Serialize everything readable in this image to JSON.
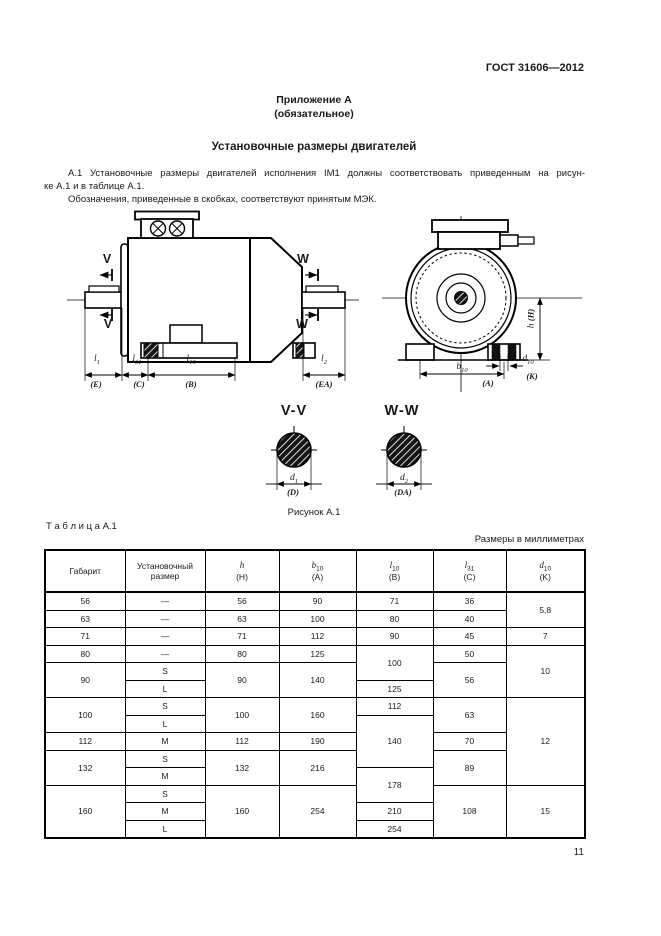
{
  "header": {
    "doc_number": "ГОСТ 31606—2012"
  },
  "appendix": {
    "title": "Приложение А",
    "subtitle": "(обязательное)"
  },
  "section": {
    "title": "Установочные размеры двигателей"
  },
  "paragraphs": {
    "p1_line1": "А.1  Установочные размеры двигателей исполнения IМ1 должны соответствовать приведенным на рисун-",
    "p1_line2": "ке А.1 и в таблице А.1.",
    "p2": "Обозначения, приведенные в скобках, соответствуют принятым МЭК."
  },
  "figure": {
    "caption": "Рисунок А.1",
    "v_label": "V",
    "w_label": "W",
    "section_left_label": "V-V",
    "section_right_label": "W-W",
    "dims": {
      "l1": {
        "sym": "l",
        "sub": "1",
        "iec": "(E)"
      },
      "l31": {
        "sym": "l",
        "sub": "31",
        "iec": "(C)"
      },
      "l10": {
        "sym": "l",
        "sub": "10",
        "iec": "(B)"
      },
      "l2": {
        "sym": "l",
        "sub": "2",
        "iec": "(EA)"
      },
      "b10": {
        "sym": "b",
        "sub": "10",
        "iec": "(A)"
      },
      "d10": {
        "sym": "d",
        "sub": "10",
        "iec": "(K)"
      },
      "h": {
        "sym": "h",
        "sub": "",
        "iec": "(H)"
      },
      "d1": {
        "sym": "d",
        "sub": "1",
        "iec": "(D)"
      },
      "d2": {
        "sym": "d",
        "sub": "2",
        "iec": "(DA)"
      }
    }
  },
  "table": {
    "title": "Т а б л и ц а  А.1",
    "units_note": "Размеры в миллиметрах",
    "columns": [
      {
        "text1": "Габарит"
      },
      {
        "text1": "Установочный",
        "text2": "размер"
      },
      {
        "sym": "h",
        "sub": "",
        "iec": "(H)"
      },
      {
        "sym": "b",
        "sub": "10",
        "iec": "(A)"
      },
      {
        "sym": "l",
        "sub": "10",
        "iec": "(B)"
      },
      {
        "sym": "l",
        "sub": "31",
        "iec": "(C)"
      },
      {
        "sym": "d",
        "sub": "10",
        "iec": "(K)"
      }
    ],
    "rows": [
      [
        {
          "t": "56"
        },
        {
          "t": "—"
        },
        {
          "t": "56"
        },
        {
          "t": "90"
        },
        {
          "t": "71"
        },
        {
          "t": "36"
        },
        {
          "t": "5,8",
          "rs": 2
        }
      ],
      [
        {
          "t": "63"
        },
        {
          "t": "—"
        },
        {
          "t": "63"
        },
        {
          "t": "100"
        },
        {
          "t": "80"
        },
        {
          "t": "40"
        }
      ],
      [
        {
          "t": "71"
        },
        {
          "t": "—"
        },
        {
          "t": "71"
        },
        {
          "t": "112"
        },
        {
          "t": "90"
        },
        {
          "t": "45"
        },
        {
          "t": "7"
        }
      ],
      [
        {
          "t": "80"
        },
        {
          "t": "—"
        },
        {
          "t": "80"
        },
        {
          "t": "125"
        },
        {
          "t": "100",
          "rs": 2
        },
        {
          "t": "50"
        },
        {
          "t": "10",
          "rs": 3
        }
      ],
      [
        {
          "t": "90",
          "rs": 2
        },
        {
          "t": "S"
        },
        {
          "t": "90",
          "rs": 2
        },
        {
          "t": "140",
          "rs": 2
        },
        {
          "t": "56",
          "rs": 2
        }
      ],
      [
        {
          "t": "L"
        },
        {
          "t": "125"
        }
      ],
      [
        {
          "t": "100",
          "rs": 2
        },
        {
          "t": "S"
        },
        {
          "t": "100",
          "rs": 2
        },
        {
          "t": "160",
          "rs": 2
        },
        {
          "t": "112"
        },
        {
          "t": "63",
          "rs": 2
        },
        {
          "t": "12",
          "rs": 5
        }
      ],
      [
        {
          "t": "L"
        },
        {
          "t": "140",
          "rs": 3
        }
      ],
      [
        {
          "t": "112"
        },
        {
          "t": "M"
        },
        {
          "t": "112"
        },
        {
          "t": "190"
        },
        {
          "t": "70"
        }
      ],
      [
        {
          "t": "132",
          "rs": 2
        },
        {
          "t": "S"
        },
        {
          "t": "132",
          "rs": 2
        },
        {
          "t": "216",
          "rs": 2
        },
        {
          "t": "89",
          "rs": 2
        }
      ],
      [
        {
          "t": "M"
        },
        {
          "t": "178",
          "rs": 2
        }
      ],
      [
        {
          "t": "160",
          "rs": 3
        },
        {
          "t": "S"
        },
        {
          "t": "160",
          "rs": 3
        },
        {
          "t": "254",
          "rs": 3
        },
        {
          "t": "108",
          "rs": 3
        },
        {
          "t": "15",
          "rs": 3
        }
      ],
      [
        {
          "t": "M"
        },
        {
          "t": "210"
        }
      ],
      [
        {
          "t": "L"
        },
        {
          "t": "254"
        }
      ]
    ]
  },
  "page": {
    "number": "11"
  }
}
